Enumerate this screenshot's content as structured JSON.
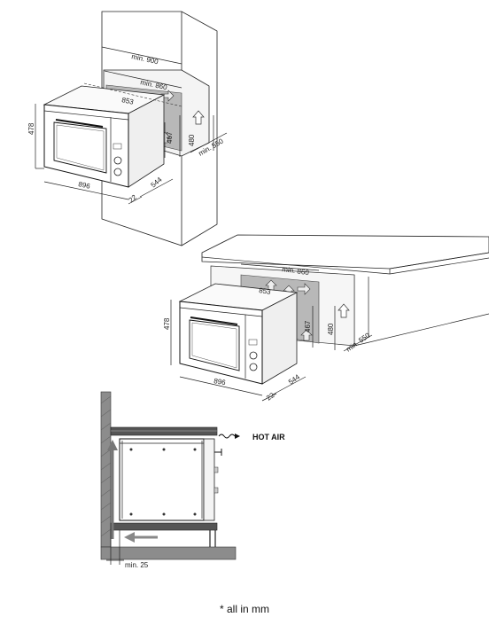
{
  "figure1": {
    "dim_width_cabinet": "min. 900",
    "dim_width_opening": "min. 860",
    "dim_853": "853",
    "dim_467": "467",
    "dim_480": "480",
    "dim_depth": "min. 550",
    "dim_height": "478",
    "dim_width_oven": "896",
    "dim_oven_depth": "544",
    "dim_front": "22"
  },
  "figure2": {
    "dim_width_opening": "min. 860",
    "dim_853": "853",
    "dim_467": "467",
    "dim_480": "480",
    "dim_depth": "min. 550",
    "dim_height": "478",
    "dim_width_oven": "896",
    "dim_oven_depth": "544",
    "dim_front": "22"
  },
  "figure3": {
    "hot_air_label": "HOT AIR",
    "gap_label": "min. 25"
  },
  "footnote": "* all in mm"
}
